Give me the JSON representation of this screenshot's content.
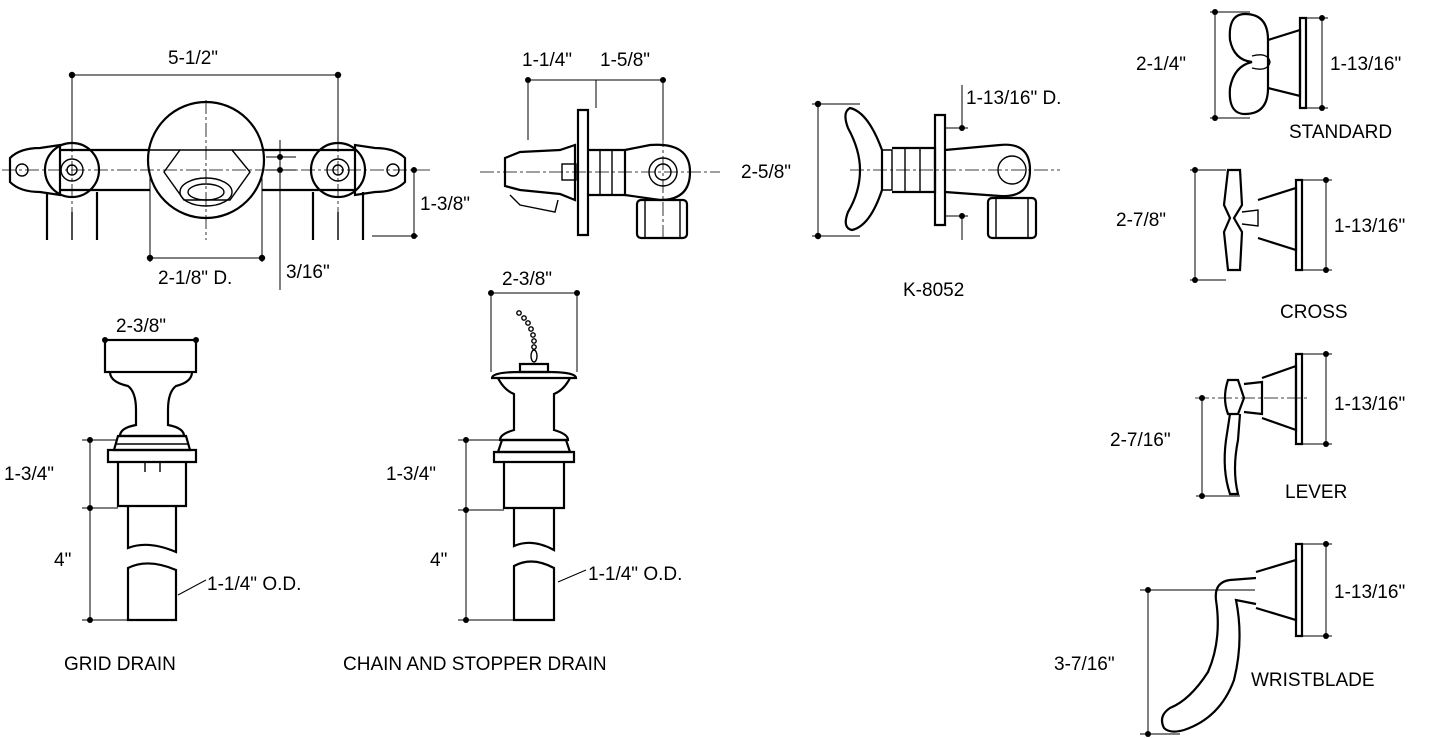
{
  "valve_body": {
    "width": "5-1/2\"",
    "center_diameter": "2-1/8\" D.",
    "offset": "3/16\"",
    "height": "1-3/8\""
  },
  "side_view": {
    "dim_a": "1-1/4\"",
    "dim_b": "1-5/8\""
  },
  "k8052": {
    "flange_diameter": "1-13/16\" D.",
    "handle_height": "2-5/8\"",
    "caption": "K-8052"
  },
  "handles": [
    {
      "caption": "STANDARD",
      "handle_dim": "2-1/4\"",
      "flange_dim": "1-13/16\""
    },
    {
      "caption": "CROSS",
      "handle_dim": "2-7/8\"",
      "flange_dim": "1-13/16\""
    },
    {
      "caption": "LEVER",
      "handle_dim": "2-7/16\"",
      "flange_dim": "1-13/16\""
    },
    {
      "caption": "WRISTBLADE",
      "handle_dim": "3-7/16\"",
      "flange_dim": "1-13/16\""
    }
  ],
  "grid_drain": {
    "top_width": "2-3/8\"",
    "upper_height": "1-3/4\"",
    "lower_height": "4\"",
    "tube": "1-1/4\" O.D.",
    "caption": "GRID DRAIN"
  },
  "chain_drain": {
    "top_width": "2-3/8\"",
    "upper_height": "1-3/4\"",
    "lower_height": "4\"",
    "tube": "1-1/4\" O.D.",
    "caption": "CHAIN AND STOPPER DRAIN"
  }
}
